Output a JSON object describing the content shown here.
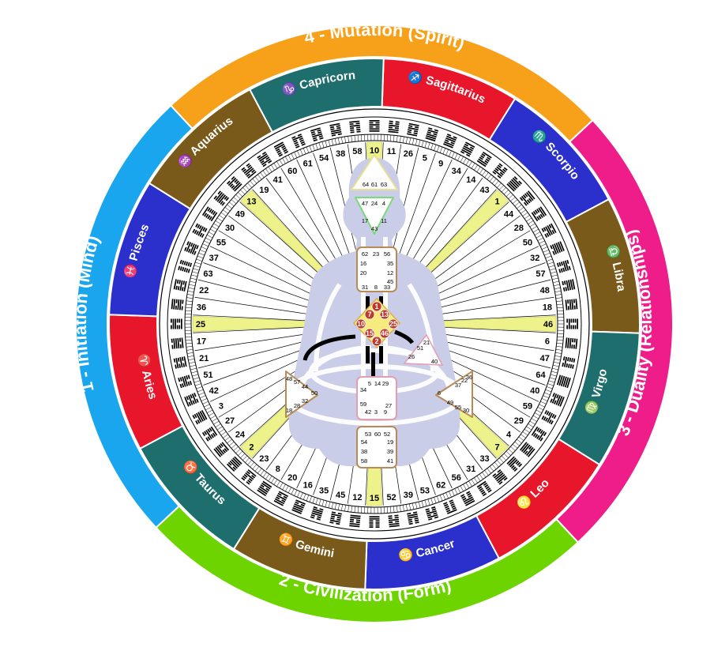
{
  "title": "",
  "quarters": [
    {
      "label": "4 - Mutation (Spirit)",
      "color": "#f7a11a"
    },
    {
      "label": "3 - Duality (Relationships)",
      "color": "#ee1d8a"
    },
    {
      "label": "2 - Civilization (Form)",
      "color": "#6dd400"
    },
    {
      "label": "1 - Initiation (Mind)",
      "color": "#1aa6ee"
    }
  ],
  "zodiac": [
    {
      "label": "Sagittarius",
      "glyph": "♐",
      "color": "#e8162b"
    },
    {
      "label": "Scorpio",
      "glyph": "♏",
      "color": "#2b2fcc"
    },
    {
      "label": "Libra",
      "glyph": "♎",
      "color": "#7a5a1a"
    },
    {
      "label": "Virgo",
      "glyph": "♍",
      "color": "#1f6e6e"
    },
    {
      "label": "Leo",
      "glyph": "♌",
      "color": "#e8162b"
    },
    {
      "label": "Cancer",
      "glyph": "♋",
      "color": "#2b2fcc"
    },
    {
      "label": "Gemini",
      "glyph": "♊",
      "color": "#7a5a1a"
    },
    {
      "label": "Taurus",
      "glyph": "♉",
      "color": "#1f6e6e"
    },
    {
      "label": "Aries",
      "glyph": "♈",
      "color": "#e8162b"
    },
    {
      "label": "Pisces",
      "glyph": "♓",
      "color": "#2b2fcc"
    },
    {
      "label": "Aquarius",
      "glyph": "♒",
      "color": "#7a5a1a"
    },
    {
      "label": "Capricorn",
      "glyph": "♑",
      "color": "#1f6e6e"
    }
  ],
  "gates": [
    "10",
    "11",
    "26",
    "5",
    "9",
    "34",
    "14",
    "43",
    "1",
    "44",
    "28",
    "50",
    "32",
    "57",
    "48",
    "18",
    "46",
    "6",
    "47",
    "64",
    "40",
    "59",
    "29",
    "4",
    "7",
    "33",
    "31",
    "56",
    "62",
    "53",
    "39",
    "52",
    "15",
    "12",
    "45",
    "35",
    "16",
    "20",
    "8",
    "23",
    "2",
    "24",
    "27",
    "3",
    "42",
    "51",
    "21",
    "17",
    "25",
    "36",
    "22",
    "63",
    "37",
    "55",
    "30",
    "49",
    "13",
    "19",
    "41",
    "60",
    "61",
    "54",
    "38",
    "58"
  ],
  "highlighted_gates": [
    "10",
    "1",
    "46",
    "7",
    "15",
    "2",
    "25",
    "13"
  ],
  "centers": {
    "head": [
      "64",
      "61",
      "63"
    ],
    "ajna": [
      "47",
      "24",
      "4",
      "17",
      "11",
      "43"
    ],
    "throat": [
      "62",
      "23",
      "56",
      "16",
      "35",
      "20",
      "12",
      "45",
      "31",
      "8",
      "33"
    ],
    "g": [
      "1",
      "7",
      "13",
      "10",
      "25",
      "15",
      "2",
      "46"
    ],
    "ego": [
      "21",
      "51",
      "26",
      "40"
    ],
    "spleen": [
      "48",
      "57",
      "44",
      "50",
      "32",
      "28",
      "18"
    ],
    "sacral": [
      "5",
      "14",
      "29",
      "34",
      "27",
      "59",
      "42",
      "3",
      "9"
    ],
    "solar": [
      "37",
      "22",
      "36",
      "6",
      "49",
      "55",
      "30"
    ],
    "root": [
      "53",
      "60",
      "52",
      "54",
      "19",
      "38",
      "39",
      "58",
      "41"
    ]
  }
}
